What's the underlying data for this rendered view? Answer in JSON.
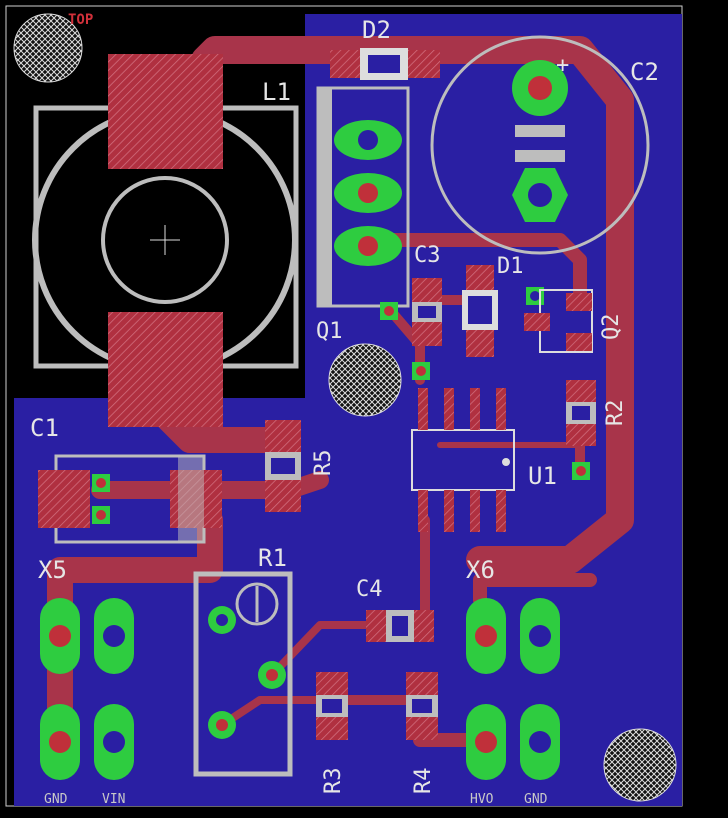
{
  "title": "TOP",
  "components": {
    "d2": "D2",
    "l1": "L1",
    "c2": "C2",
    "c3": "C3",
    "d1": "D1",
    "q1": "Q1",
    "q2": "Q2",
    "r2": "R2",
    "r5": "R5",
    "c1": "C1",
    "u1": "U1",
    "x5": "X5",
    "r1": "R1",
    "c4": "C4",
    "x6": "X6",
    "r3": "R3",
    "r4": "R4"
  },
  "pins": {
    "x5_gnd": "GND",
    "x5_vin": "VIN",
    "x6_hvo": "HVO",
    "x6_gnd": "GND"
  },
  "c2_polarity": "+",
  "colors": {
    "background": "#000000",
    "copper_fill": "#2a1fa3",
    "trace": "#a8344a",
    "silkscreen": "#d6d6d6",
    "pad_green": "#2ecc40",
    "pad_red": "#c0303a"
  }
}
